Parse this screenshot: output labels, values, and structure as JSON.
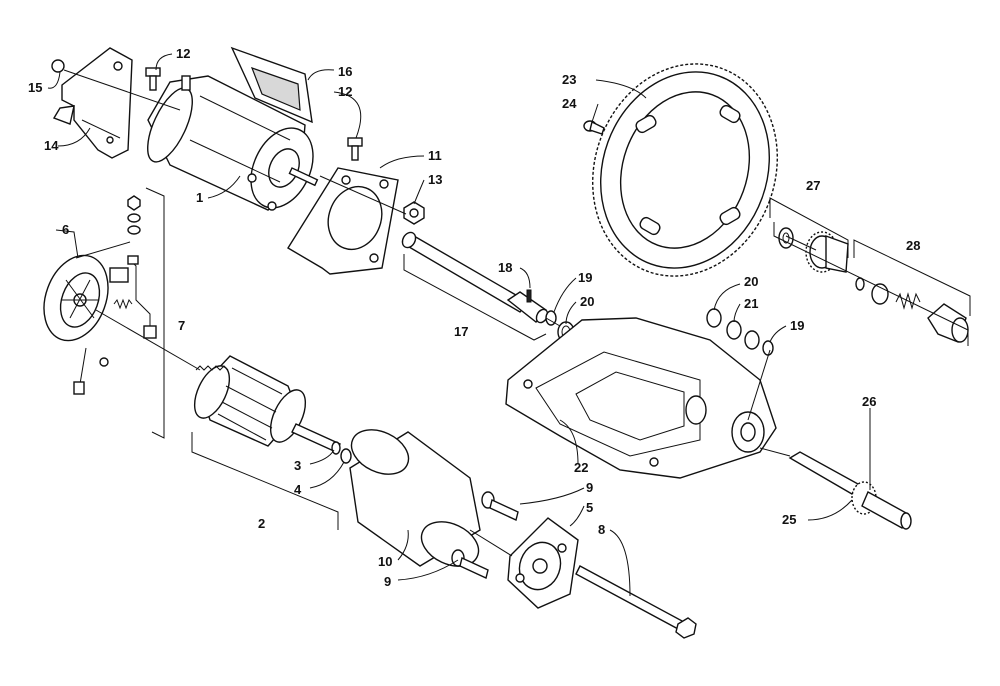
{
  "callouts": {
    "c1": "1",
    "c2": "2",
    "c3": "3",
    "c4": "4",
    "c5": "5",
    "c6": "6",
    "c7": "7",
    "c8": "8",
    "c9a": "9",
    "c9b": "9",
    "c10": "10",
    "c11": "11",
    "c12a": "12",
    "c12b": "12",
    "c13": "13",
    "c14": "14",
    "c15": "15",
    "c16": "16",
    "c17": "17",
    "c18": "18",
    "c19a": "19",
    "c19b": "19",
    "c20a": "20",
    "c20b": "20",
    "c21": "21",
    "c22": "22",
    "c23": "23",
    "c24": "24",
    "c25": "25",
    "c26": "26",
    "c27": "27",
    "c28": "28"
  }
}
